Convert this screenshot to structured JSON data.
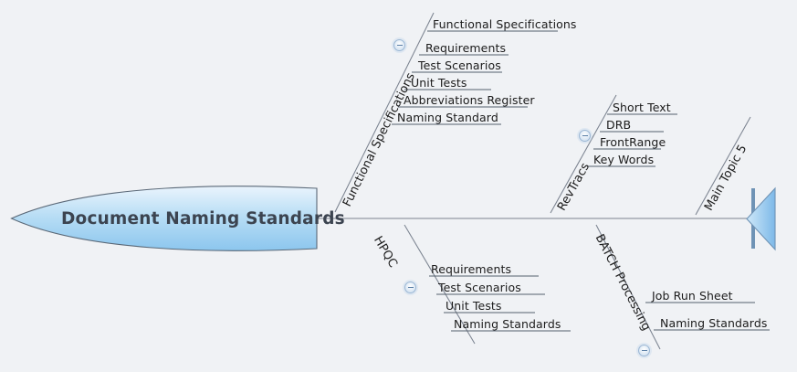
{
  "diagram": {
    "type": "fishbone-ishikawa",
    "root": {
      "title": "Document Naming Standards"
    },
    "spine": {
      "arrow_label": "spine-arrowhead"
    },
    "icons": {
      "collapse": "collapse-minus-icon"
    },
    "colors": {
      "background": "#f0f2f5",
      "line": "#7b8390",
      "text": "#1b1b1b",
      "root_text": "#3c4450",
      "shape_fill_light": "#eaf4fd",
      "shape_fill_dark": "#7db9e8",
      "shape_stroke": "#5a6877",
      "icon_stroke": "#9ab6d4"
    },
    "branches": [
      {
        "id": "functional-specifications",
        "label": "Functional Specifications",
        "side": "top",
        "items": [
          "Functional Specifications",
          "Requirements",
          "Test Scenarios",
          "Unit Tests",
          "Abbreviations Register",
          "Naming Standard"
        ]
      },
      {
        "id": "revtracs",
        "label": "RevTracs",
        "side": "top",
        "items": [
          "Short Text",
          "DRB",
          "FrontRange",
          "Key Words"
        ]
      },
      {
        "id": "main-topic-5",
        "label": "Main Topic 5",
        "side": "top",
        "items": []
      },
      {
        "id": "hpqc",
        "label": "HPQC",
        "side": "bottom",
        "items": [
          "Requirements",
          "Test Scenarios",
          "Unit Tests",
          "Naming Standards"
        ]
      },
      {
        "id": "batch-processing",
        "label": "BATCH Processing",
        "side": "bottom",
        "items": [
          "Job Run Sheet",
          "Naming Standards"
        ]
      }
    ]
  }
}
